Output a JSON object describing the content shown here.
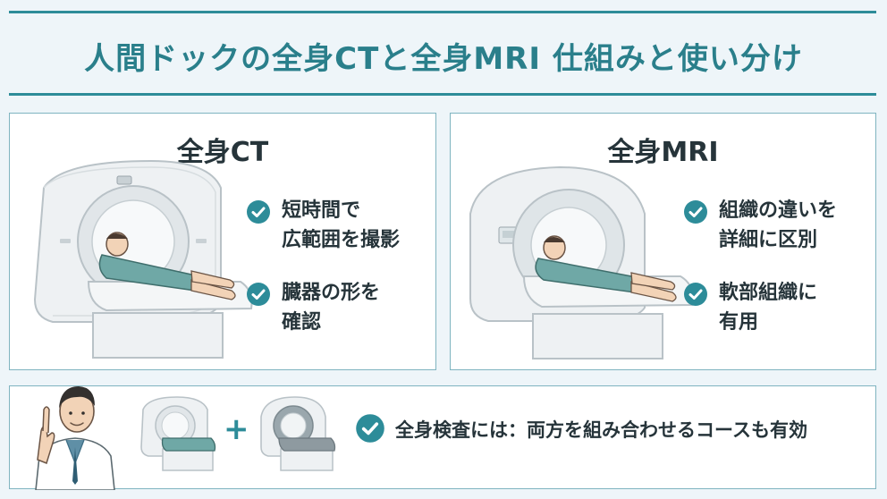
{
  "title": "人間ドックの全身CTと全身MRI 仕組みと使い分け",
  "ct": {
    "heading": "全身CT",
    "features": [
      {
        "line1": "短時間で",
        "line2": "広範囲を撮影"
      },
      {
        "line1": "臓器の形を",
        "line2": "確認"
      }
    ]
  },
  "mri": {
    "heading": "全身MRI",
    "features": [
      {
        "line1": "組織の違いを",
        "line2": "詳細に区別"
      },
      {
        "line1": "軟部組織に",
        "line2": "有用"
      }
    ]
  },
  "bottom": {
    "plus": "+",
    "text": "全身検査には：両方を組み合わせるコースも有効"
  },
  "icons": {
    "check": "check-circle-icon",
    "doctor": "doctor-illustration",
    "ct_scanner": "ct-scanner-illustration",
    "mri_scanner": "mri-scanner-illustration"
  },
  "colors": {
    "accent": "#2d8c99",
    "title": "#2a7f8b",
    "gown": "#6fa8a6",
    "panel_border": "#7fb4c0",
    "background": "#eef5f9"
  }
}
